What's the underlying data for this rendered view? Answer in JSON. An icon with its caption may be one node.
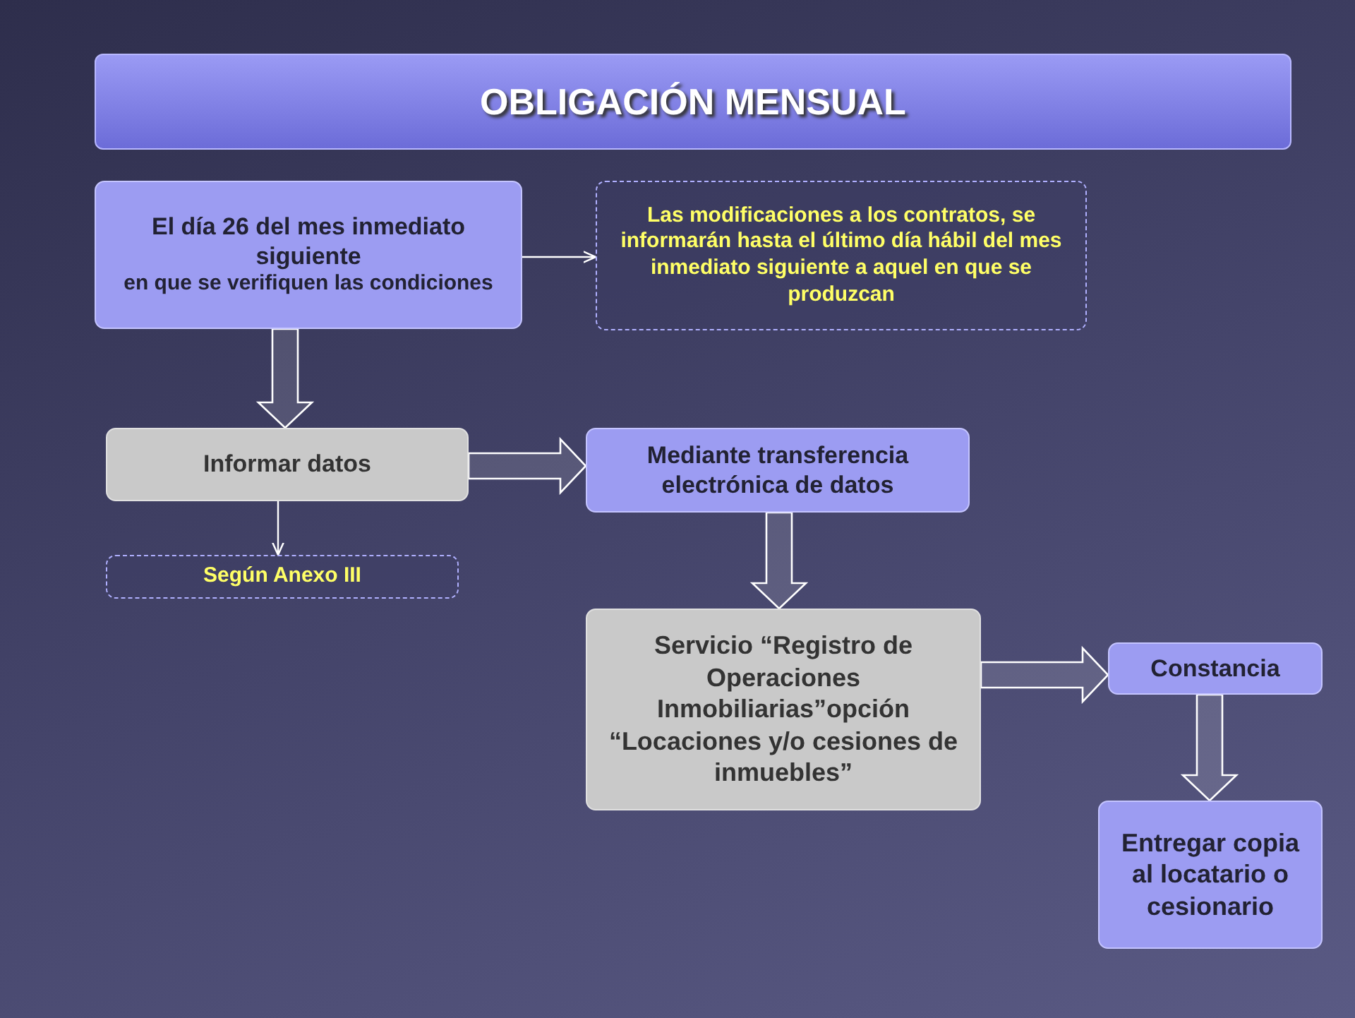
{
  "diagram": {
    "title": "OBLIGACIÓN MENSUAL",
    "nodes": [
      {
        "text": [
          "El día 26 del mes inmediato siguiente",
          "en que se verifiquen las condiciones"
        ]
      },
      {
        "text": [
          "Las modificaciones a los contratos, se informarán hasta el último día hábil del mes inmediato siguiente a aquel en que se produzcan"
        ]
      },
      {
        "text": [
          "Informar datos"
        ]
      },
      {
        "text": [
          "Según Anexo III"
        ]
      },
      {
        "text": [
          "Mediante transferencia electrónica de datos"
        ]
      },
      {
        "text": [
          "Servicio “Registro de Operaciones Inmobiliarias”opción “Locaciones y/o cesiones de inmuebles”"
        ]
      },
      {
        "text": [
          "Constancia"
        ]
      },
      {
        "text": [
          "Entregar copia al locatario o cesionario"
        ]
      }
    ],
    "edges": [
      {
        "from": 0,
        "to": 1,
        "arrow": "to"
      },
      {
        "from": 0,
        "to": 2,
        "arrow": "to",
        "style": "thick"
      },
      {
        "from": 2,
        "to": 3,
        "arrow": "to"
      },
      {
        "from": 2,
        "to": 4,
        "arrow": "to",
        "style": "thick"
      },
      {
        "from": 4,
        "to": 5,
        "arrow": "to",
        "style": "thick"
      },
      {
        "from": 5,
        "to": 6,
        "arrow": "to",
        "style": "thick"
      },
      {
        "from": 6,
        "to": 7,
        "arrow": "to",
        "style": "thick"
      }
    ]
  }
}
